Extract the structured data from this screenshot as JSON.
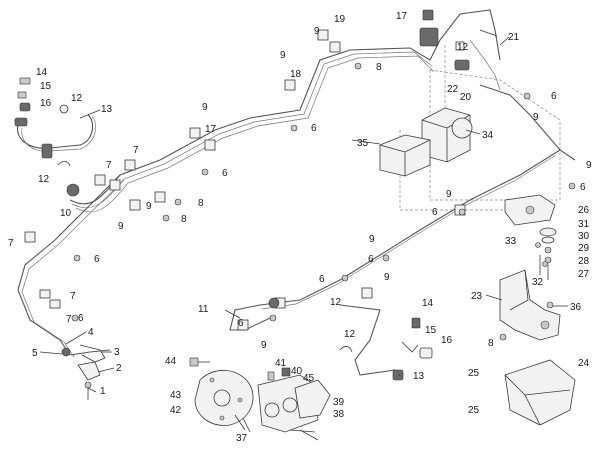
{
  "diagram": {
    "callouts": {
      "c1": "1",
      "c2": "2",
      "c3": "3",
      "c4": "4",
      "c5": "5",
      "c6": "6",
      "c7": "7",
      "c8": "8",
      "c9": "9",
      "c10": "10",
      "c11": "11",
      "c12": "12",
      "c13": "13",
      "c14": "14",
      "c15": "15",
      "c16": "16",
      "c17": "17",
      "c18": "18",
      "c19": "19",
      "c20": "20",
      "c21": "21",
      "c22": "22",
      "c23": "23",
      "c24": "24",
      "c25": "25",
      "c26": "26",
      "c27": "27",
      "c28": "28",
      "c29": "29",
      "c30": "30",
      "c31": "31",
      "c32": "32",
      "c33": "33",
      "c34": "34",
      "c35": "35",
      "c36": "36",
      "c37": "37",
      "c38": "38",
      "c39": "39",
      "c40": "40",
      "c41": "41",
      "c42": "42",
      "c43": "43",
      "c44": "44",
      "c45": "45"
    },
    "colors": {
      "ink": "#1a1a1a",
      "line": "#3a3a3a",
      "pipe": "#555555",
      "part_fill": "#f2f2f2",
      "guide": "#8a8a8a"
    }
  }
}
